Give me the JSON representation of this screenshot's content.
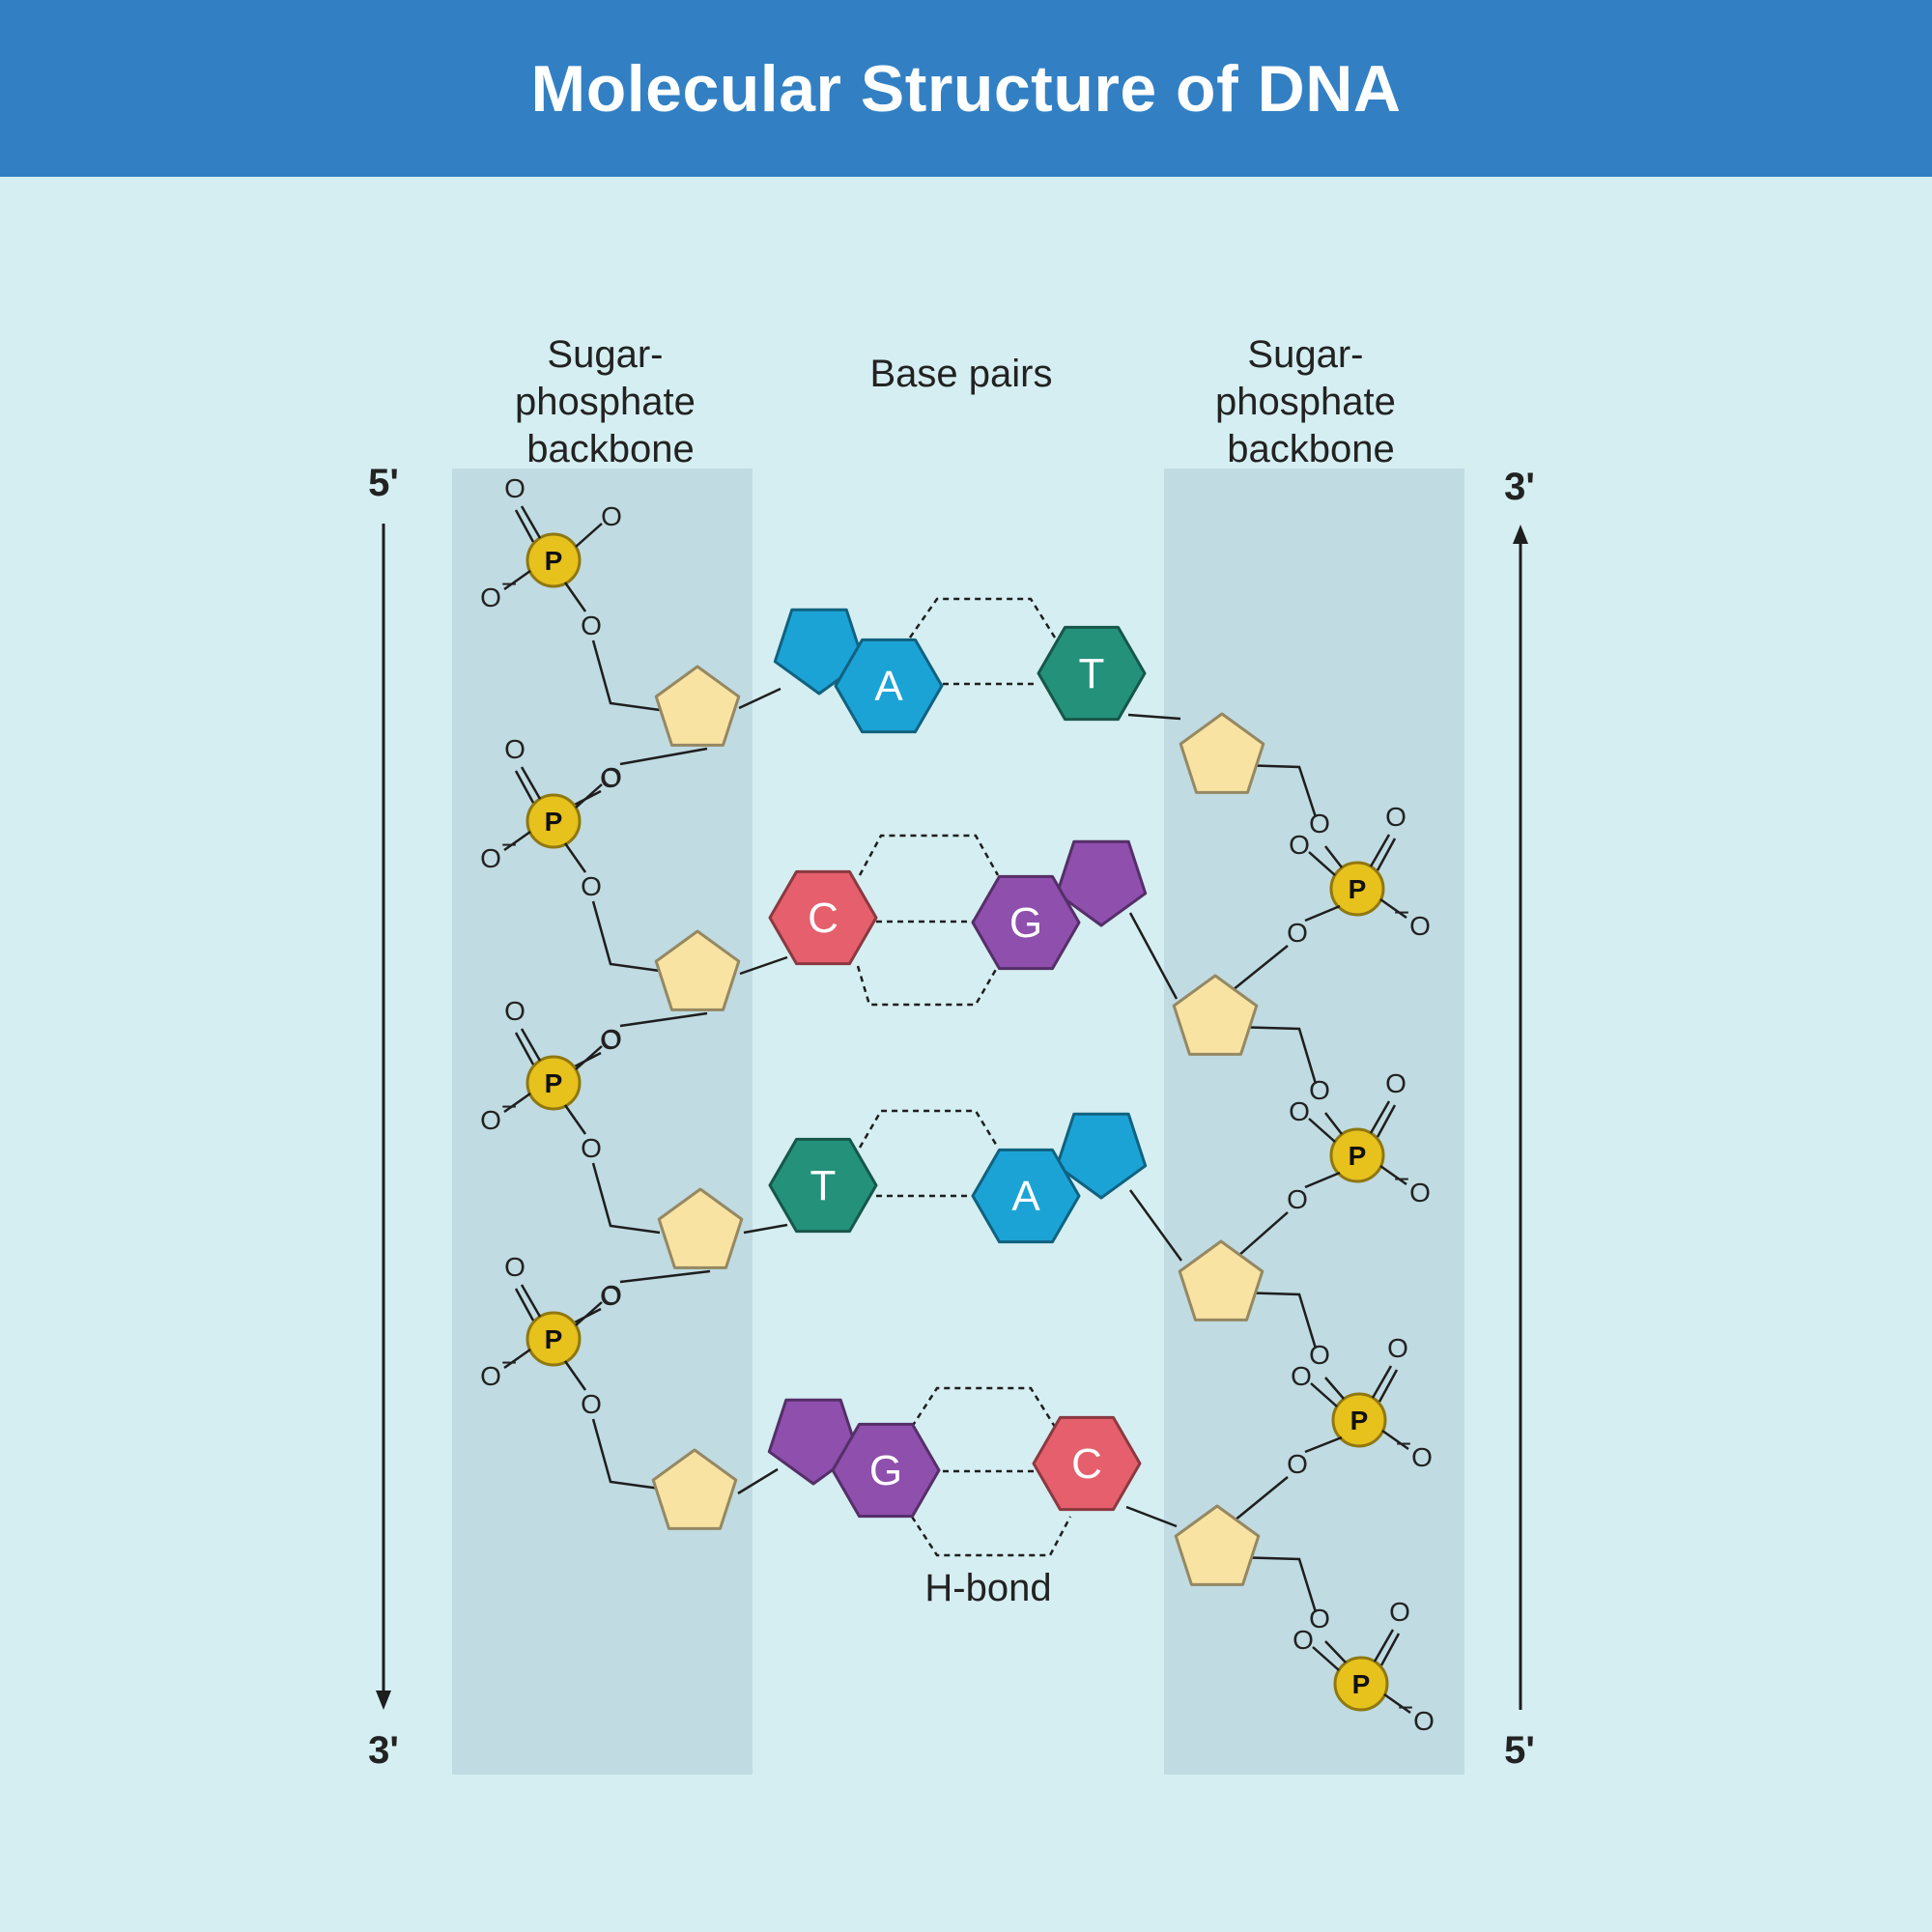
{
  "title": "Molecular Structure of DNA",
  "labels": {
    "backbone_left": [
      "Sugar-",
      "phosphate",
      "backbone"
    ],
    "backbone_right": [
      "Sugar-",
      "phosphate",
      "backbone"
    ],
    "base_pairs": "Base pairs",
    "hbond": "H-bond"
  },
  "strand_ends": {
    "left_top": "5'",
    "left_bottom": "3'",
    "right_top": "3'",
    "right_bottom": "5'"
  },
  "atoms": {
    "phosphorus": "P",
    "oxygen": "O",
    "oxygen_ion": "O",
    "charge": "−"
  },
  "base_pairs": [
    {
      "left": "A",
      "right": "T"
    },
    {
      "left": "C",
      "right": "G"
    },
    {
      "left": "T",
      "right": "A"
    },
    {
      "left": "G",
      "right": "C"
    }
  ],
  "colors": {
    "header": "#3280c3",
    "background": "#d5eef1",
    "backbone_band": "#c0dbe2",
    "A": "#1ba3d6",
    "T": "#24917b",
    "C": "#e65f6c",
    "G": "#8e4fad",
    "sugar": "#f8e3a3",
    "phosphate": "#e7c11c"
  }
}
